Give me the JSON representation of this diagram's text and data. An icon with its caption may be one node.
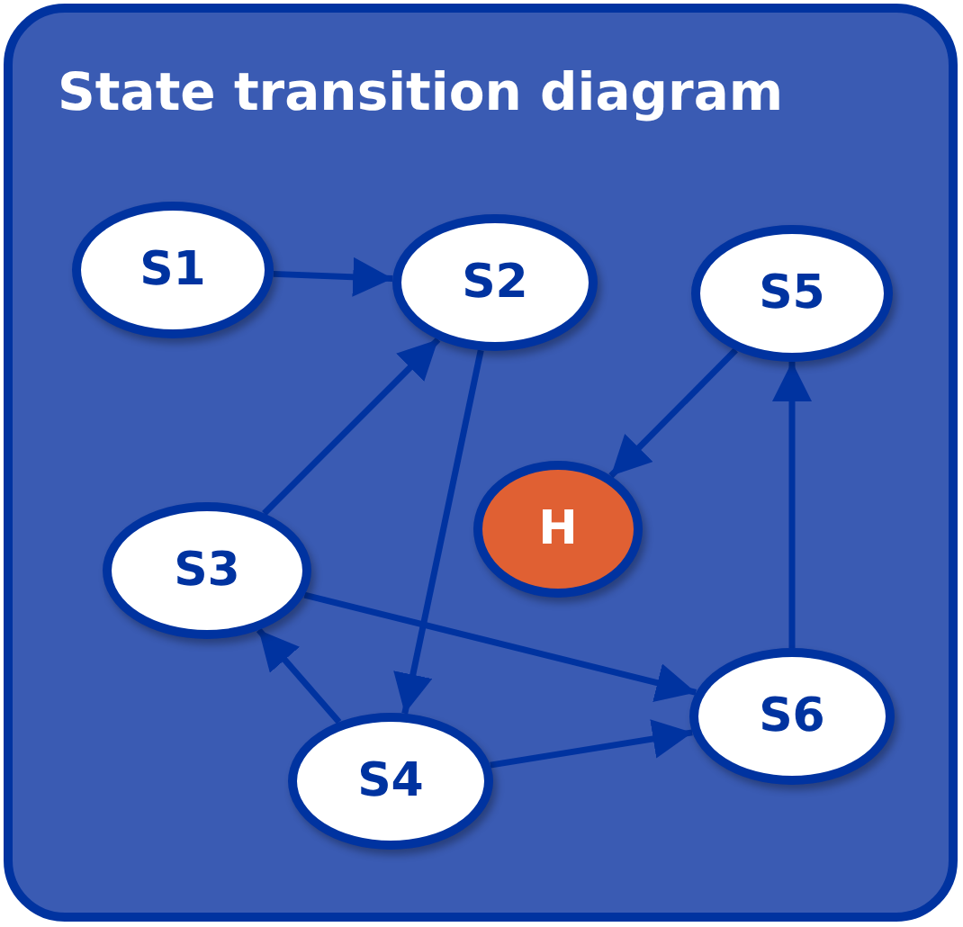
{
  "diagram": {
    "title": "State transition diagram",
    "nodes": [
      {
        "text": [
          "S1"
        ]
      },
      {
        "text": [
          "S2"
        ]
      },
      {
        "text": [
          "S5"
        ]
      },
      {
        "text": [
          "H"
        ]
      },
      {
        "text": [
          "S3"
        ]
      },
      {
        "text": [
          "S4"
        ]
      },
      {
        "text": [
          "S6"
        ]
      }
    ],
    "edges": [
      {
        "from": 0,
        "to": 1,
        "arrow": "to"
      },
      {
        "from": 4,
        "to": 1,
        "arrow": "to"
      },
      {
        "from": 1,
        "to": 5,
        "arrow": "to"
      },
      {
        "from": 2,
        "to": 3,
        "arrow": "to"
      },
      {
        "from": 6,
        "to": 2,
        "arrow": "to"
      },
      {
        "from": 4,
        "to": 6,
        "arrow": "to"
      },
      {
        "from": 5,
        "to": 4,
        "arrow": "to"
      },
      {
        "from": 5,
        "to": 6,
        "arrow": "to"
      }
    ]
  }
}
